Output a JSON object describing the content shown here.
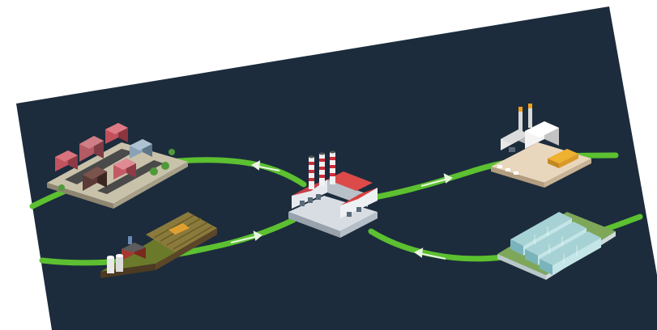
{
  "diagram": {
    "background_color": "#1c2c3c",
    "flow_color": "#5cc030",
    "arrow_color": "#e8f5e0",
    "nodes": [
      {
        "id": "city",
        "icon": "city-icon"
      },
      {
        "id": "farm",
        "icon": "farm-icon"
      },
      {
        "id": "factory",
        "icon": "factory-icon"
      },
      {
        "id": "plant",
        "icon": "industrial-plant-icon"
      },
      {
        "id": "greenhouse",
        "icon": "greenhouse-icon"
      }
    ],
    "flows": [
      {
        "from": "factory",
        "to": "city"
      },
      {
        "from": "farm",
        "to": "factory"
      },
      {
        "from": "factory",
        "to": "plant"
      },
      {
        "from": "greenhouse",
        "to": "factory"
      }
    ]
  }
}
